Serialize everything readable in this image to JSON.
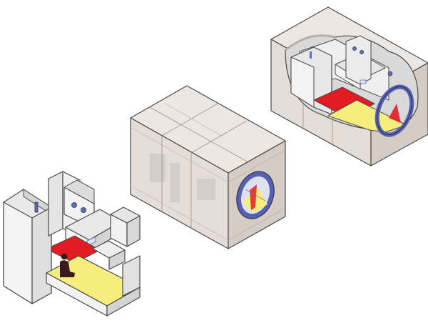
{
  "figure": {
    "views": [
      {
        "id": "interior-layout",
        "description_visible": false
      },
      {
        "id": "closed-module",
        "description_visible": false
      },
      {
        "id": "cutaway-module",
        "description_visible": false
      }
    ]
  },
  "colors": {
    "outline": "#4a4a4a",
    "panel_light": "#ece7e3",
    "panel_mid": "#dcd4cf",
    "panel_dark": "#c9bfb9",
    "interior_white": "#f3f3f3",
    "interior_grey": "#d7d7d7",
    "floor_red": "#e31b23",
    "bed_yellow": "#f6ee7c",
    "porthole_ring": "#5560b4",
    "porthole_inner": "#d8d8ee",
    "figure_dark": "#3a1a1a"
  },
  "icons": [
    "person-silhouette",
    "porthole-window"
  ]
}
